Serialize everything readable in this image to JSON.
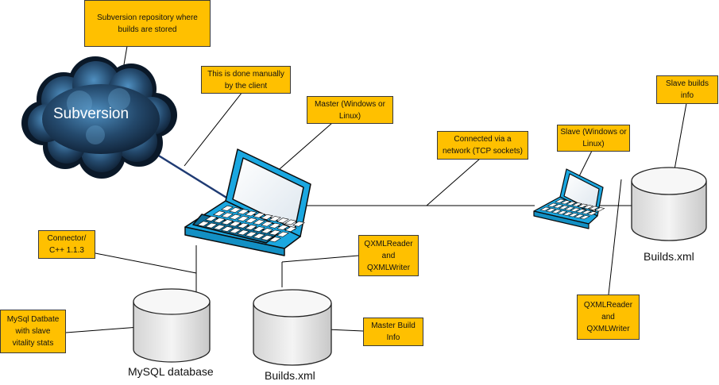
{
  "cloud": {
    "label": "Subversion"
  },
  "databases": {
    "mysql": {
      "label": "MySQL database"
    },
    "master_builds": {
      "label": "Builds.xml"
    },
    "slave_builds": {
      "label": "Builds.xml"
    }
  },
  "callouts": {
    "repository": "Subversion repository where\nbuilds are stored",
    "manual": "This is done manually\nby the client",
    "master": "Master (Windows or\nLinux)",
    "network": "Connected via a\nnetwork (TCP sockets)",
    "slave": "Slave (Windows or\nLinux)",
    "slave_info": "Slave builds\ninfo",
    "connector": "Connector/\nC++ 1.1.3",
    "qxml_master": "QXMLReader\nand\nQXMLWriter",
    "qxml_slave": "QXMLReader\nand\nQXMLWriter",
    "mysql_stats": "MySql Datbate\nwith slave\nvitality stats",
    "master_build_info": "Master Build\nInfo"
  },
  "colors": {
    "callout_fill": "#ffc000",
    "laptop_blue": "#1aa7e0",
    "cloud_dark": "#1d3a55",
    "db_fill": "#e6e6e6",
    "link_line": "#1f3b73"
  }
}
